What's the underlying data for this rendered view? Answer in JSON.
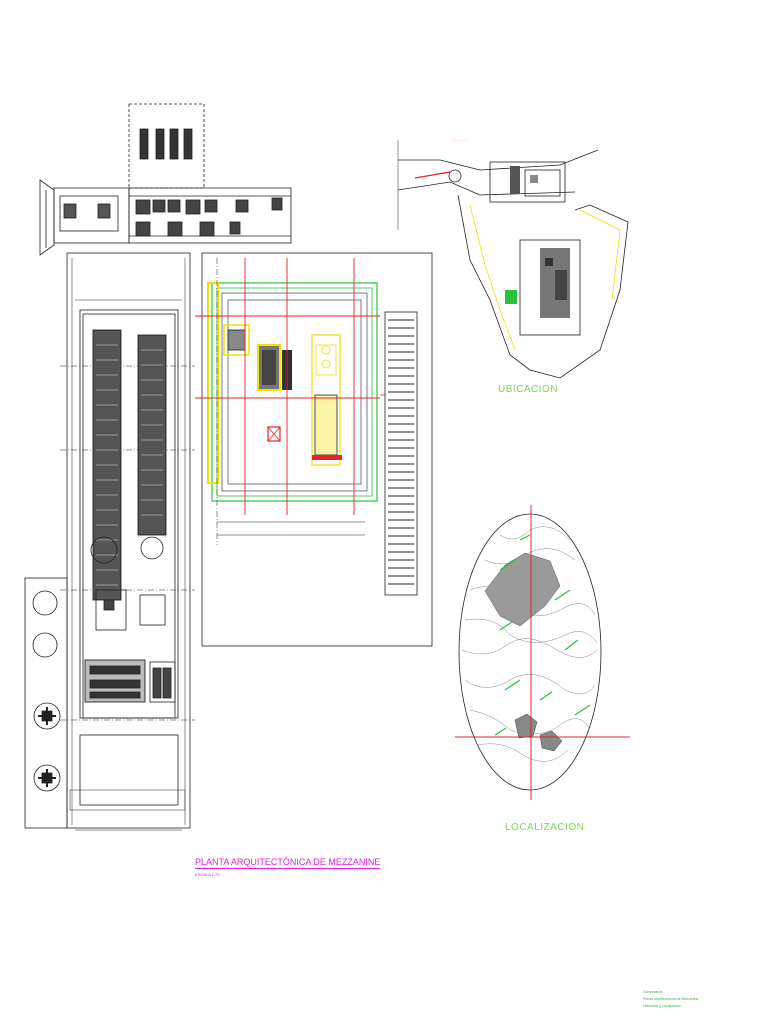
{
  "colors": {
    "line": "#222222",
    "grid_red": "#e8202a",
    "accent_yellow": "#f4e000",
    "accent_green": "#29c43a",
    "magenta": "#e020e0",
    "label_green": "#7fd15a",
    "terrain": "#7a7a7a"
  },
  "titles": {
    "ubicacion": "UBICACION",
    "localizacion": "LOCALIZACION",
    "mezzanine": "PLANTA ARQUITECTÓNICA DE MEZZANINE",
    "mezzanine_scale": "ESCALA 1:75"
  },
  "notes": {
    "line1": "Comentarios",
    "line2": "Planta arquitectónica de Mezzanine",
    "line3": "Ubicación y Localización"
  }
}
